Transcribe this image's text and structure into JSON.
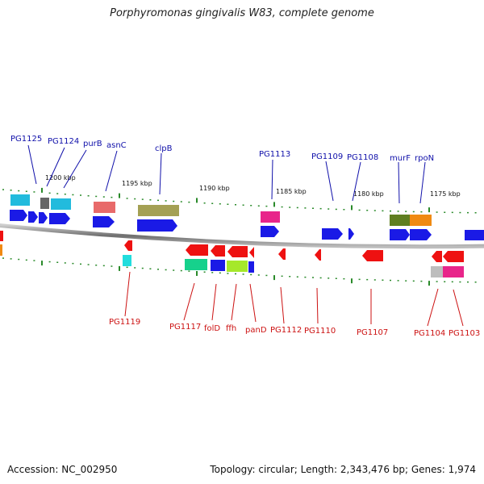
{
  "title": "Porphyromonas gingivalis W83, complete genome",
  "footer": {
    "accession": "Accession: NC_002950",
    "summary": "Topology: circular; Length: 2,343,476 bp; Genes: 1,974"
  },
  "scale_labels": [
    "1200 kbp",
    "1195 kbp",
    "1190 kbp",
    "1185 kbp",
    "1180 kbp",
    "1175 kbp"
  ],
  "top_gene_labels": [
    "PG1125",
    "PG1124",
    "purB",
    "asnC",
    "clpB",
    "PG1113",
    "PG1109",
    "PG1108",
    "murF",
    "rpoN"
  ],
  "bottom_gene_labels": [
    "PG1119",
    "PG1117",
    "folD",
    "ffh",
    "panD",
    "PG1112",
    "PG1110",
    "PG1107",
    "PG1104",
    "PG1103"
  ],
  "colors": {
    "forward": "#1a1ae6",
    "reverse": "#ee1111",
    "top_label": "#1010aa",
    "bottom_label": "#cc1111",
    "tick": "#2a8a2a",
    "backbone": "#8c8c8c"
  }
}
